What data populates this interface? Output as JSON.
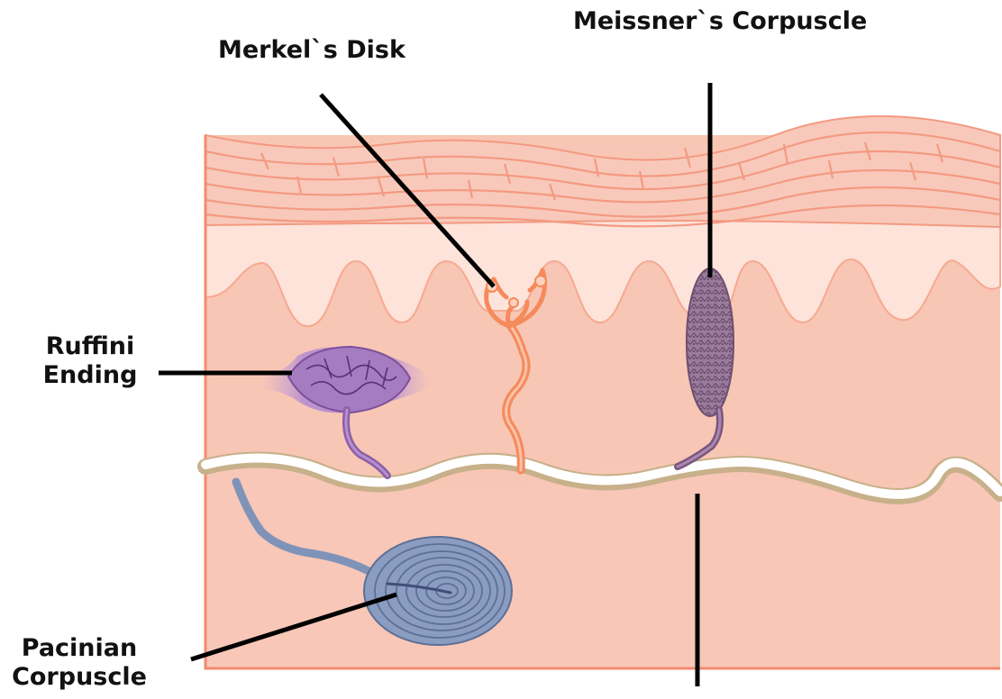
{
  "labels": {
    "merkel": "Merkel`s Disk",
    "meissner": "Meissner`s Corpuscle",
    "ruffini_line1": "Ruffini",
    "ruffini_line2": "Ending",
    "pacinian_line1": "Pacinian",
    "pacinian_line2": "Corpuscle"
  },
  "colors": {
    "epidermis": "#f8c8b8",
    "epidermis_lines": "#f39a82",
    "papillary_layer": "#fde4dc",
    "dermis": "#f8c6b4",
    "border": "#f28a70",
    "nerve_white": "#ffffff",
    "nerve_tan": "#c7b08a",
    "merkel": "#f58a5c",
    "meissner": "#8a6d8f",
    "ruffini": "#a67cc0",
    "pacinian": "#7f93b8",
    "leader_line": "#000000"
  }
}
